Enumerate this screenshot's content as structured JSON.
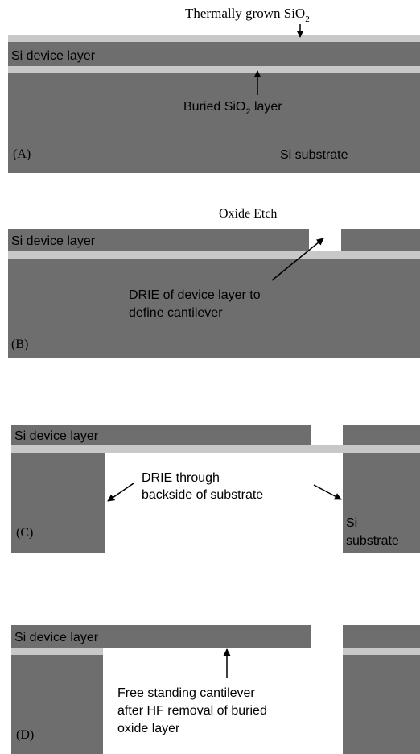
{
  "colors": {
    "silicon": "#6e6e6e",
    "oxide": "#c8c8c8",
    "background": "#ffffff",
    "text": "#000000"
  },
  "panels": {
    "a": {
      "label": "(A)",
      "thermal_oxide_label": "Thermally grown SiO",
      "thermal_oxide_sub": "2",
      "device_layer_label": "Si device layer",
      "buried_oxide_label_pre": "Buried SiO",
      "buried_oxide_sub": "2",
      "buried_oxide_label_post": " layer",
      "substrate_label": "Si substrate"
    },
    "b": {
      "label": "(B)",
      "etch_label": "Oxide Etch",
      "device_layer_label": "Si device layer",
      "drie_line1": "DRIE of device layer to",
      "drie_line2": "define cantilever"
    },
    "c": {
      "label": "(C)",
      "device_layer_label": "Si device layer",
      "drie_line1": "DRIE through",
      "drie_line2": "backside of substrate",
      "substrate_line1": "Si",
      "substrate_line2": "substrate"
    },
    "d": {
      "label": "(D)",
      "device_layer_label": "Si device layer",
      "note_line1": "Free standing cantilever",
      "note_line2": "after HF removal of buried",
      "note_line3": "oxide layer"
    }
  }
}
